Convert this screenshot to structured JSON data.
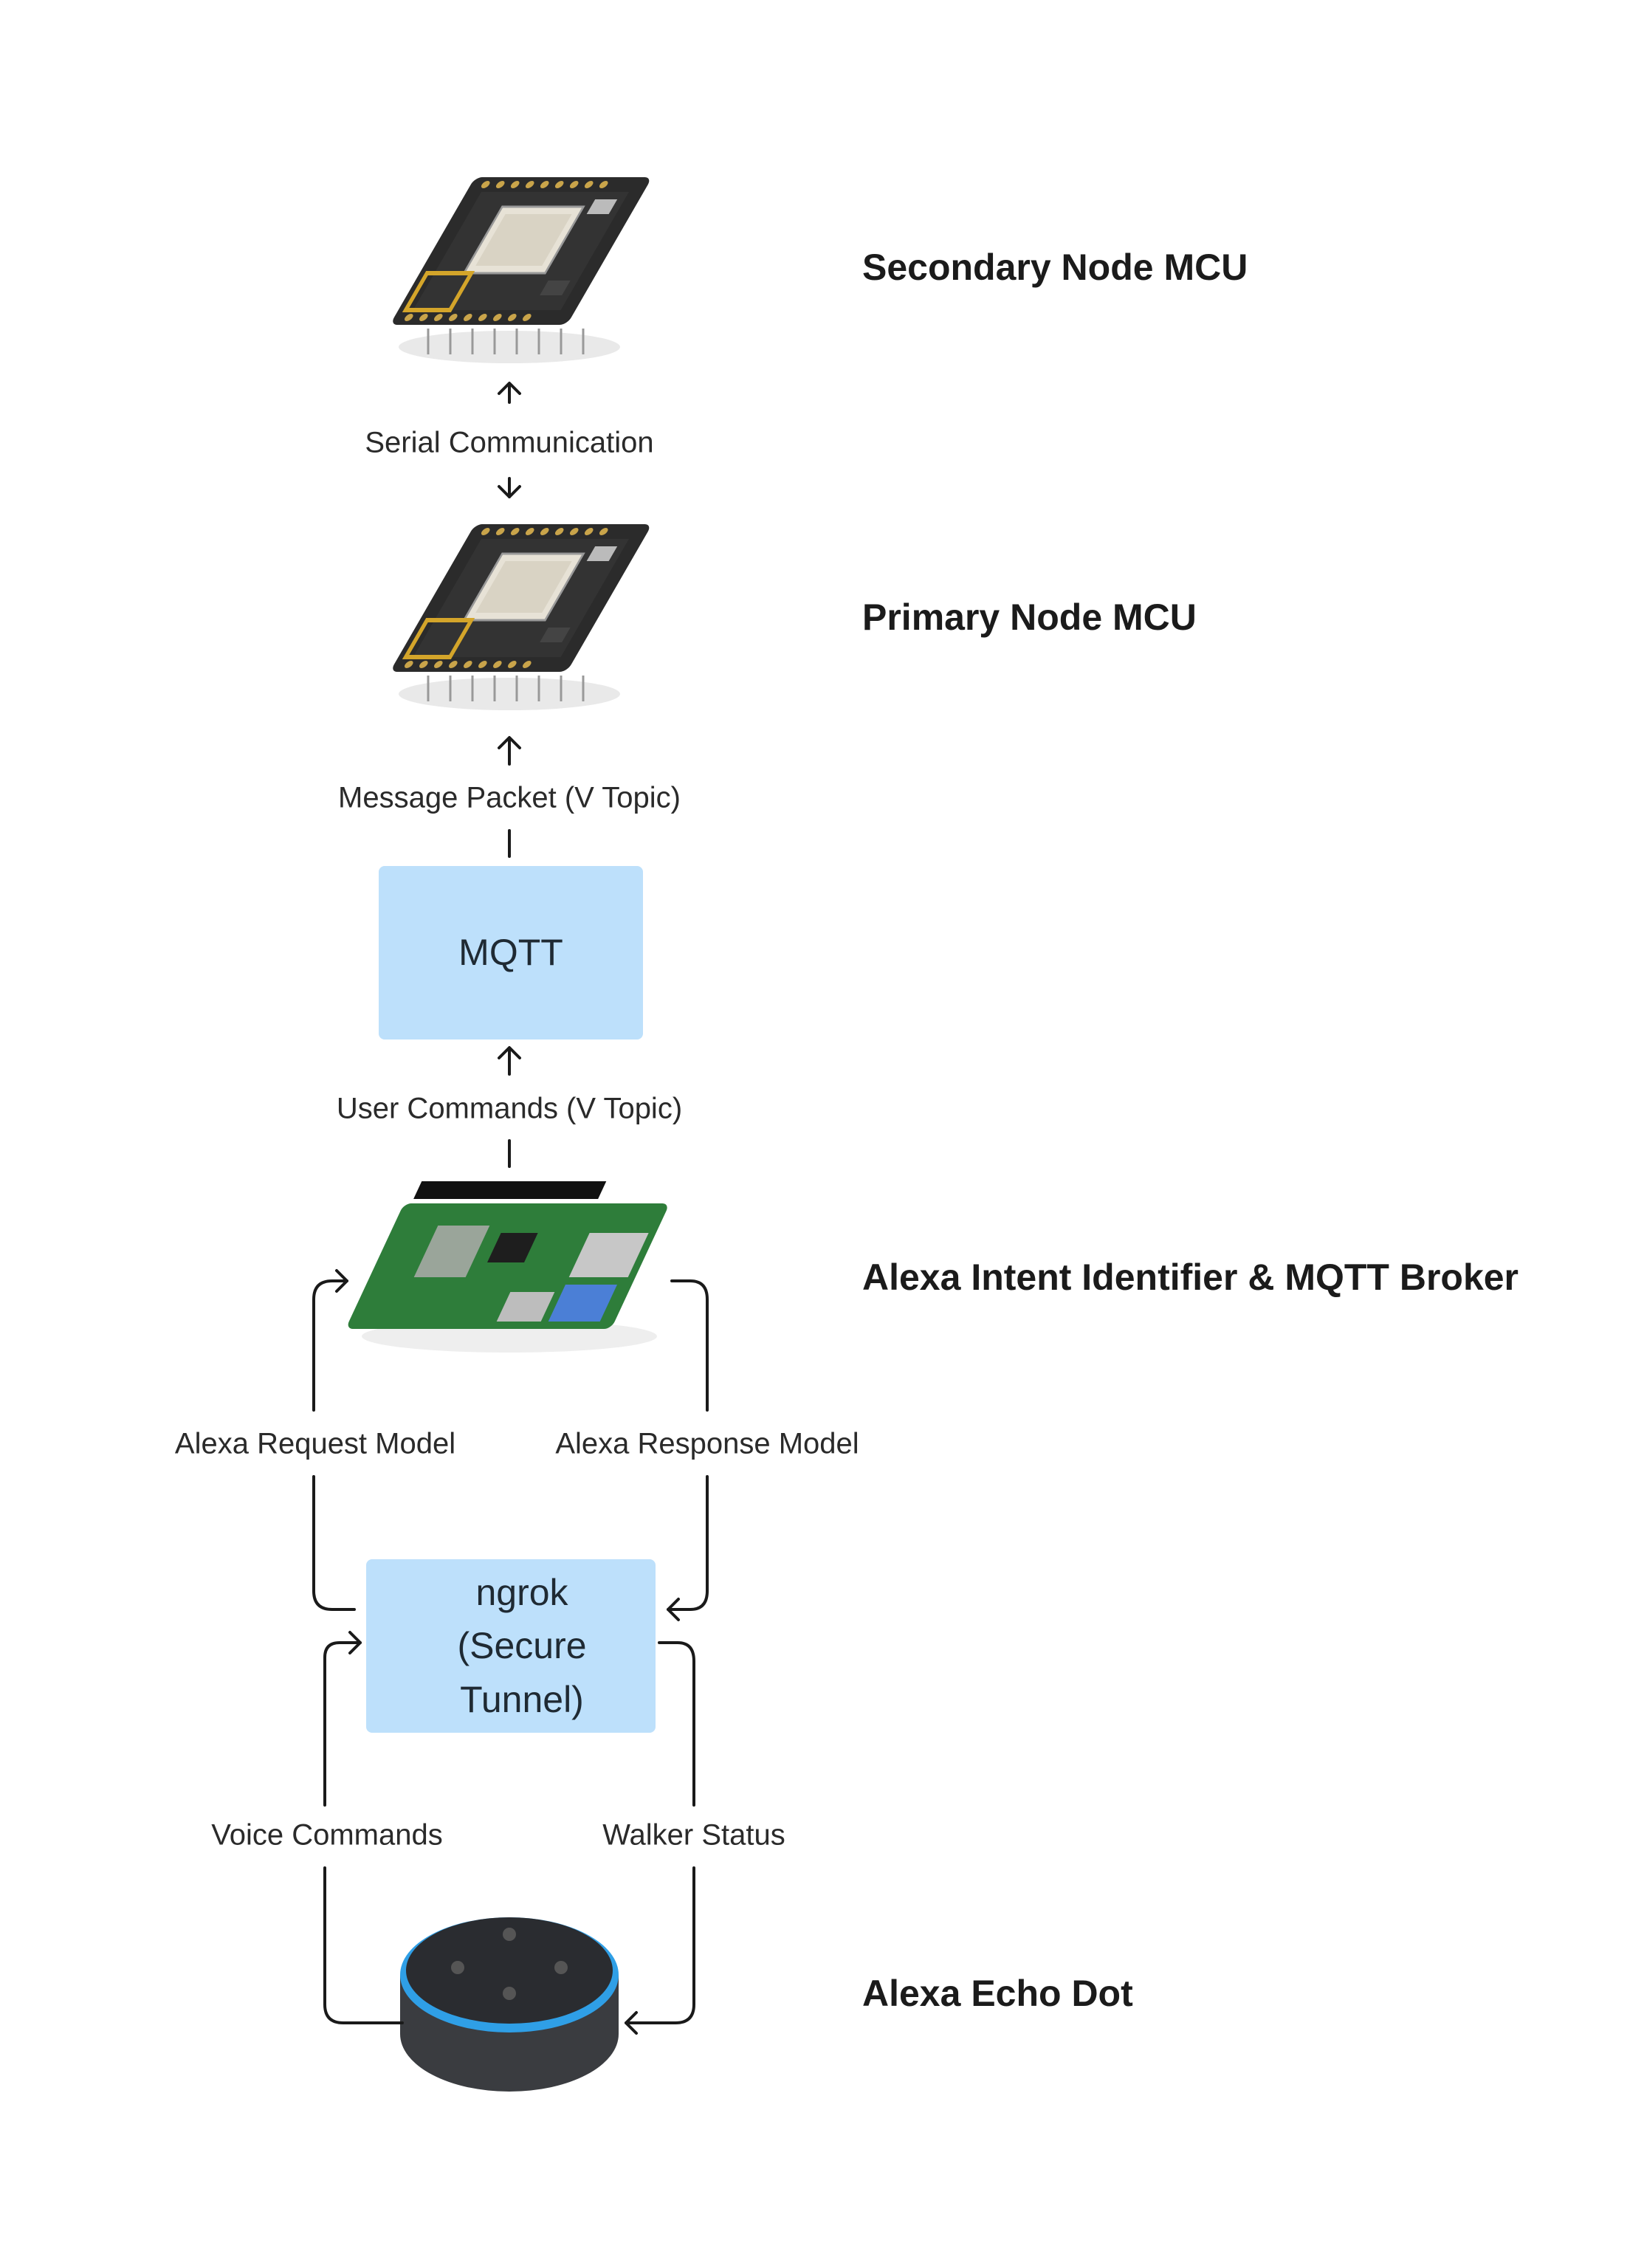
{
  "titles": {
    "secondary": "Secondary Node MCU",
    "primary": "Primary Node MCU",
    "broker": "Alexa Intent Identifier & MQTT Broker",
    "echo": "Alexa Echo Dot"
  },
  "edges": {
    "serial": "Serial Communication",
    "message_packet": "Message Packet (V Topic)",
    "user_commands": "User Commands (V Topic)",
    "request_model": "Alexa Request Model",
    "response_model": "Alexa Response Model",
    "voice_commands": "Voice Commands",
    "walker_status": "Walker Status"
  },
  "boxes": {
    "mqtt": "MQTT",
    "ngrok": "ngrok (Secure Tunnel)"
  },
  "icons": {
    "secondary_board": "nodemcu-board-icon",
    "primary_board": "nodemcu-board-icon",
    "pi_board": "raspberry-pi-icon",
    "echo_device": "echo-dot-icon"
  },
  "colors": {
    "box_fill": "#bde0fb",
    "echo_ring": "#2f9fe6",
    "pi_green": "#2e7d3a",
    "mcu_dark": "#2b2b2b"
  }
}
